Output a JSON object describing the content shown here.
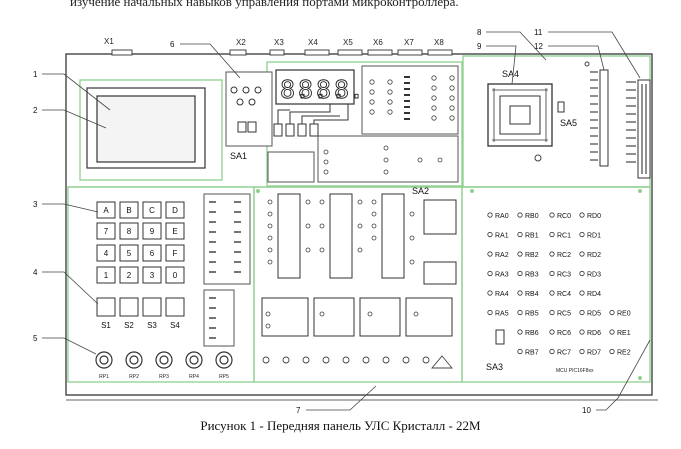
{
  "top_text": "изучение начальных навыков управления портами микроконтроллера.",
  "caption": "Рисунок 1 - Передняя панель УЛС Кристалл - 22М",
  "callouts": [
    "1",
    "2",
    "3",
    "4",
    "5",
    "6",
    "7",
    "8",
    "9",
    "10",
    "11",
    "12"
  ],
  "connectors": [
    "X1",
    "X2",
    "X3",
    "X4",
    "X5",
    "X6",
    "X7",
    "X8"
  ],
  "switches": {
    "sa1": "SA1",
    "sa2": "SA2",
    "sa3": "SA3",
    "sa4": "SA4",
    "sa5": "SA5"
  },
  "display_digits": [
    "8.",
    "8.",
    "8.",
    "8."
  ],
  "keypad": [
    "A",
    "B",
    "C",
    "D",
    "7",
    "8",
    "9",
    "E",
    "4",
    "5",
    "6",
    "F",
    "1",
    "2",
    "3",
    "0"
  ],
  "s_buttons": [
    "S1",
    "S2",
    "S3",
    "S4"
  ],
  "pots": [
    "RP1",
    "RP2",
    "RP3",
    "RP4",
    "RP5"
  ],
  "port_labels": [
    [
      "RA0",
      "RB0",
      "RC0",
      "RD0"
    ],
    [
      "RA1",
      "RB1",
      "RC1",
      "RD1"
    ],
    [
      "RA2",
      "RB2",
      "RC2",
      "RD2"
    ],
    [
      "RA3",
      "RB3",
      "RC3",
      "RD3"
    ],
    [
      "RA4",
      "RB4",
      "RC4",
      "RD4"
    ],
    [
      "RA5",
      "RB5",
      "RC5",
      "RD5",
      "RE0"
    ],
    [
      "",
      "RB6",
      "RC6",
      "RD6",
      "RE1"
    ],
    [
      "",
      "RB7",
      "RC7",
      "RD7",
      "RE2"
    ]
  ],
  "bottom_note": "MCU PIC16F8xx",
  "colors": {
    "frame": "#444444",
    "green": "#8fd08f",
    "line": "#555555"
  }
}
